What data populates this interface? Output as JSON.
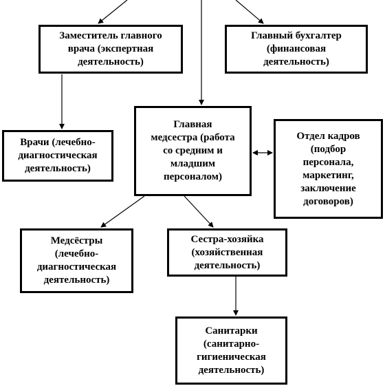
{
  "nodes": {
    "deputy": "Заместитель главного\nврача (экспертная\nдеятельность)",
    "accountant": "Главный бухгалтер\n(финансовая\nдеятельность)",
    "doctors": "Врачи (лечебно-\nдиагностическая\nдеятельность)",
    "headnurse": "Главная\nмедсестра (работа\nсо средним и\nмладшим\nперсоналом)",
    "hr": "Отдел кадров\n(подбор\nперсонала,\nмаркетинг,\nзаключение\nдоговоров)",
    "nurses": "Медсёстры\n(лечебно-\nдиагностическая\nдеятельность)",
    "housekeeper": "Сестра-хозяйка\n(хозяйственная\nдеятельность)",
    "orderlies": "Санитарки\n(санитарно-\nгигиеническая\nдеятельность)"
  }
}
